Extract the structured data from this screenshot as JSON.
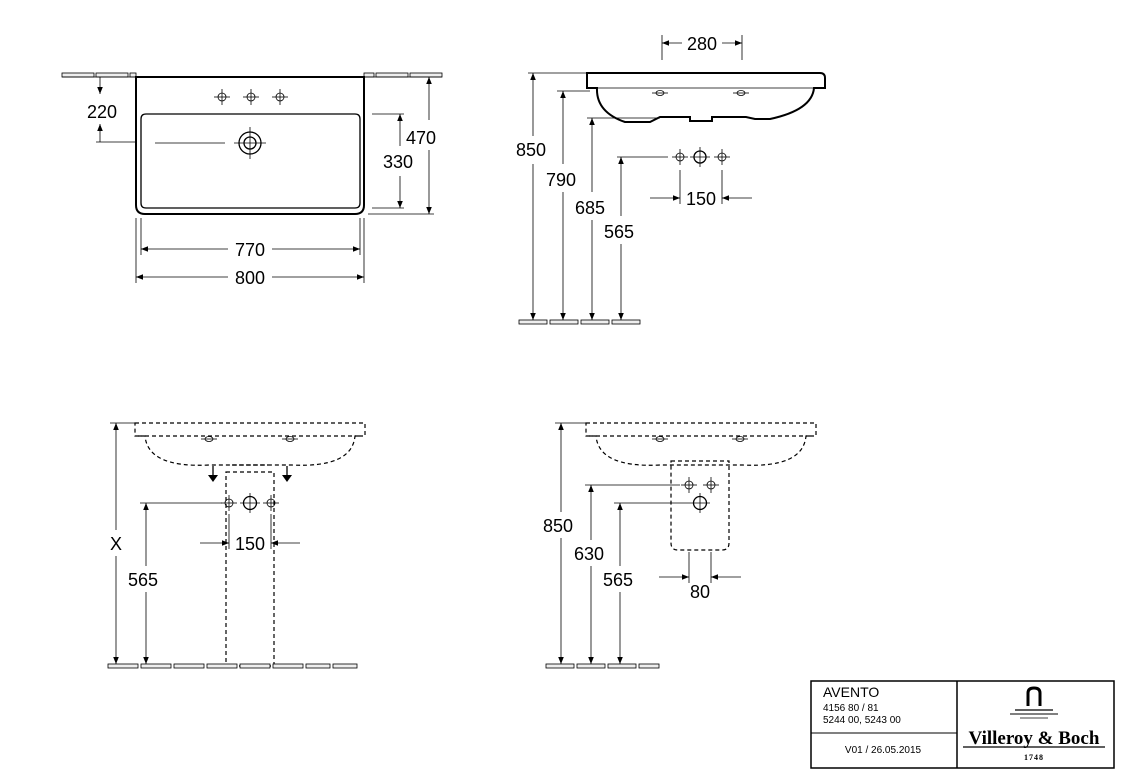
{
  "views": {
    "top": {
      "dims": {
        "d220": "220",
        "d470": "470",
        "d330": "330",
        "d770": "770",
        "d800": "800"
      }
    },
    "side": {
      "dims": {
        "d280": "280",
        "d850": "850",
        "d790": "790",
        "d685": "685",
        "d565": "565",
        "d150": "150"
      }
    },
    "pedestal": {
      "dims": {
        "dX": "X",
        "d565": "565",
        "d150": "150"
      }
    },
    "semi_pedestal": {
      "dims": {
        "d850": "850",
        "d630": "630",
        "d565": "565",
        "d80": "80"
      }
    }
  },
  "title_block": {
    "product": "AVENTO",
    "code_line1": "4156 80 / 81",
    "code_line2": "5244 00, 5243 00",
    "version": "V01 / 26.05.2015",
    "brand": "Villeroy & Boch",
    "brand_year": "1748"
  }
}
